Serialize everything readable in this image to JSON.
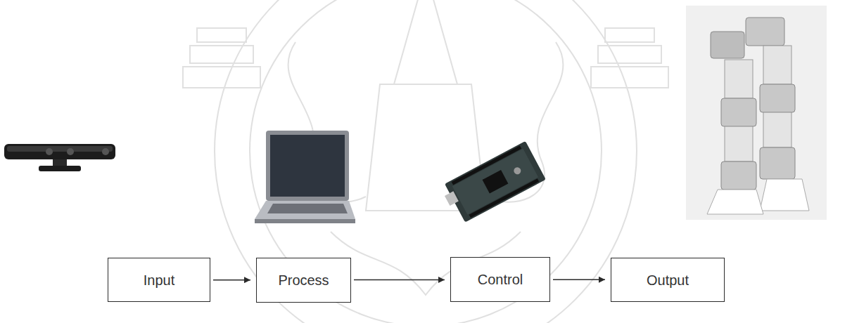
{
  "diagram": {
    "nodes": [
      {
        "text": [
          "Input"
        ]
      },
      {
        "text": [
          "Process"
        ]
      },
      {
        "text": [
          "Control"
        ]
      },
      {
        "text": [
          "Output"
        ]
      }
    ],
    "edges": [
      {
        "from": 0,
        "to": 1,
        "arrow": "to"
      },
      {
        "from": 1,
        "to": 2,
        "arrow": "to"
      },
      {
        "from": 2,
        "to": 3,
        "arrow": "to"
      }
    ]
  }
}
